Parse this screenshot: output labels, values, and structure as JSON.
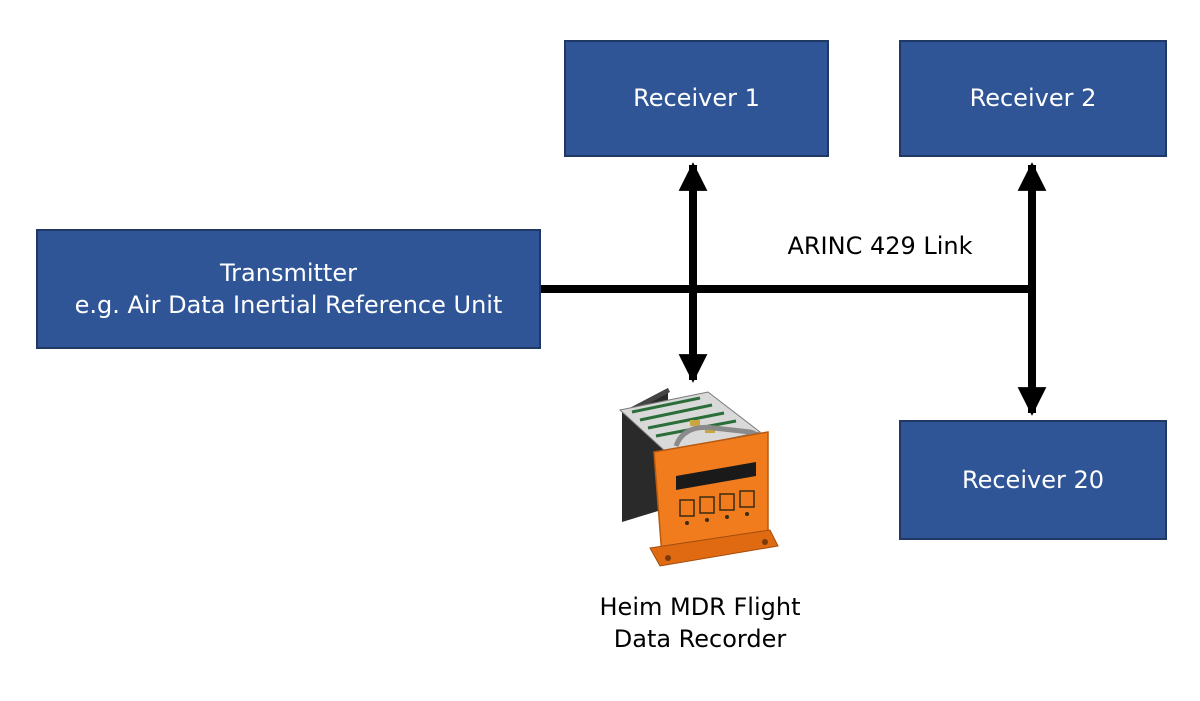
{
  "receivers": {
    "r1": "Receiver 1",
    "r2": "Receiver 2",
    "r20": "Receiver 20"
  },
  "transmitter": {
    "line1": "Transmitter",
    "line2": "e.g. Air Data Inertial Reference Unit"
  },
  "link_label": "ARINC 429 Link",
  "recorder": {
    "line1": "Heim MDR Flight",
    "line2": "Data Recorder"
  },
  "colors": {
    "box_fill": "#2f5597",
    "box_border": "#1f3864",
    "recorder_body": "#f07c1e",
    "wire": "#000000"
  }
}
